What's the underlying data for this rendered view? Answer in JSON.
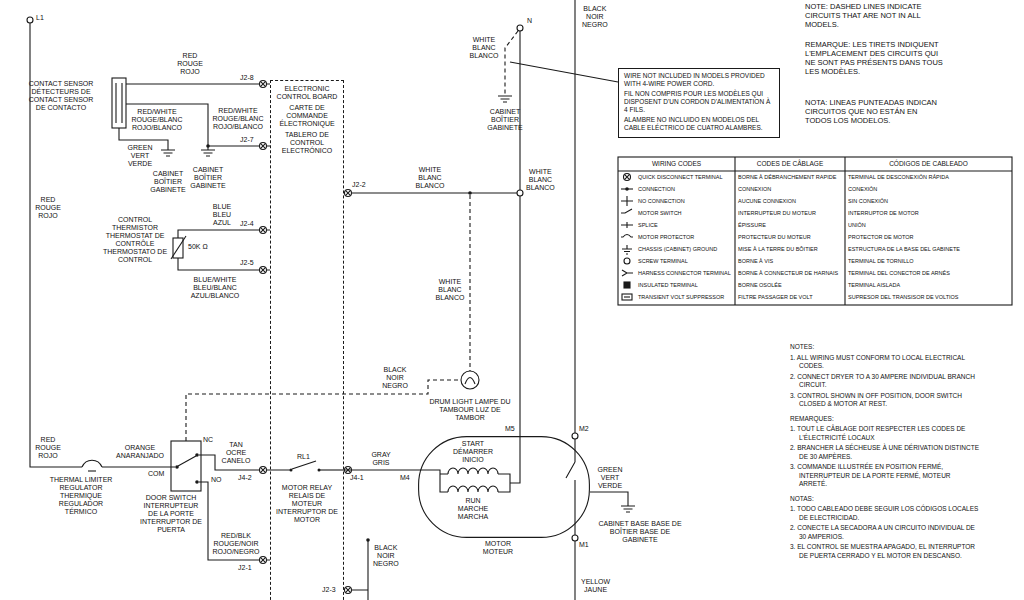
{
  "diagram": {
    "nodes": [
      {
        "text": [
          "ELECTRONIC CONTROL BOARD",
          "CARTE DE COMMANDE ÉLECTRONIQUE",
          "TABLERO DE CONTROL ELECTRÓNICO"
        ]
      },
      {
        "text": [
          "START DÉMARRER INICIO",
          "RUN MARCHE MARCHA",
          "MOTOR MOTEUR"
        ]
      },
      {
        "text": [
          "WIRE NOT INCLUDED IN MODELS PROVIDED WITH 4-WIRE POWER CORD.",
          "FIL NON COMPRIS POUR LES MODÈLES QUI DISPOSENT D'UN CORDON D'ALIMENTATION À 4 FILS.",
          "ALAMBRE NO INCLUIDO EN MODELOS DEL CABLE ELÉCTRICO DE CUATRO ALAMBRES."
        ]
      }
    ],
    "edges": [
      {
        "from": 0,
        "to": 1,
        "arrow": "none",
        "label": "GRAY GRIS"
      }
    ],
    "labels": [
      "L1",
      "N",
      "BLACK NOIR NEGRO",
      "WHITE BLANC BLANCO",
      "CABINET BOÎTIER GABINETE",
      "NOTE: DASHED LINES INDICATE CIRCUITS THAT ARE NOT IN ALL MODELS.",
      "REMARQUE: LES TIRETS INDIQUENT L'EMPLACEMENT DES CIRCUITS QUI NE SONT PAS PRÉSENTS DANS TOUS LES MODÈLES.",
      "NOTA: LINEAS PUNTEADAS INDICAN CIRCUITOS QUE NO ESTÁN EN TODOS LOS MODELOS.",
      "CONTACT SENSOR DÉTECTEURS DE CONTACT SENSOR DE CONTACTO",
      "RED ROUGE ROJO",
      "J2-8",
      "RED/WHITE ROUGE/BLANC ROJO/BLANCO",
      "RED/WHITE ROUGE/BLANC ROJO/BLANCO",
      "GREEN VERT VERDE",
      "CABINET BOÎTIER GABINETE",
      "CABINET BOÎTIER GABINETE",
      "J2-7",
      "BLUE BLEU AZUL",
      "J2-4",
      "CONTROL THERMISTOR THERMOSTAT DE CONTRÔLE THERMOSTATO DE CONTROL",
      "50K Ω",
      "J2-5",
      "BLUE/WHITE BLEU/BLANC AZUL/BLANCO",
      "RED ROUGE ROJO",
      "J2-2",
      "WHITE BLANC BLANCO",
      "WHITE BLANC BLANCO",
      "WHITE BLANC BLANCO",
      "BLACK NOIR NEGRO",
      "DRUM LIGHT LAMPE DU TAMBOUR LUZ DE TAMBOR",
      "M5",
      "M2",
      "NC",
      "NO",
      "COM",
      "ORANGE ANARANJADO",
      "TAN OCRE CANELO",
      "RL1",
      "M4",
      "GREEN VERT VERDE",
      "RED ROUGE ROJO",
      "THERMAL LIMITER REGULATOR THERMIQUE REGULADOR TÉRMICO",
      "DOOR SWITCH INTERRUPTEUR DE LA PORTE INTERRUPTOR DE PUERTA",
      "J4-2",
      "MOTOR RELAY RELAIS DE MOTEUR INTERRUPTOR DE MOTOR",
      "J4-1",
      "RED/BLK ROUGE/NOIR ROJO/NEGRO",
      "J2-1",
      "BLACK NOIR NEGRO",
      "J2-3",
      "M1",
      "CABINET BASE BASE DE BOÎTIER BASE DE GABINETE",
      "YELLOW JAUNE",
      "WIRING CODES",
      "CODES DE CÂBLAGE",
      "CÓDIGOS DE CABLEADO",
      "QUICK DISCONNECT TERMINAL",
      "BORNE À DÉBRANCHEMENT RAPIDE",
      "TERMINAL DE DESCONEXIÓN RÁPIDA",
      "CONNECTION",
      "CONNEXION",
      "CONEXIÓN",
      "NO CONNECTION",
      "AUCUNE CONNEXION",
      "SIN CONEXIÓN",
      "MOTOR SWITCH",
      "INTERRUPTEUR DU MOTEUR",
      "INTERRUPTOR DE MOTOR",
      "SPLICE",
      "ÉPISSURE",
      "UNIÓN",
      "MOTOR PROTECTOR",
      "PROTECTEUR DU MOTEUR",
      "PROTECTOR DE MOTOR",
      "CHASSIS (CABINET) GROUND",
      "MISE À LA TERRE DU BÔITIER",
      "ESTRUCTURA DE LA BASE DEL GABINETE",
      "SCREW TERMINAL",
      "BORNE À VIS",
      "TERMINAL DE TORNILLO",
      "HARNESS CONNECTOR TERMINAL",
      "BORNE À CONNECTEUR DE HARNAIS",
      "TERMINAL DEL CONECTOR DE ARNÉS",
      "INSULATED TERMINAL",
      "BORNE OSOLÉE",
      "TERMINAL AISLADA",
      "TRANSIENT VOLT SUPPRESSOR",
      "FILTRE PASSAGER DE VOLT",
      "SUPRESOR DEL TRANSISOR DE VOLTIOS",
      "NOTES:",
      "1. ALL WIRING MUST CONFORM TO LOCAL ELECTRICAL CODES.",
      "2. CONNECT DRYER TO A 30 AMPERE INDIVIDUAL BRANCH CIRCUIT.",
      "3. CONTROL SHOWN IN OFF POSITION, DOOR SWITCH CLOSED & MOTOR AT REST.",
      "REMARQUES:",
      "1. TOUT LE CÂBLAGE DOIT RESPECTER LES CODES DE L'ÉLECTRICITÉ LOCAUX",
      "2. BRANCHER LA SÉCHEUSE À UNE DÉRIVATION DISTINCTE DE 30 AMPÈRES.",
      "3. COMMANDE ILLUSTRÉE EN POSITION FERMÉ, INTERRUPTEUR DE LA PORTE FERMÉ, MOTEUR ARRETÉ.",
      "NOTAS:",
      "1. TODO CABLEADO DEBE SEGUIR LOS CÓDIGOS LOCALES DE ELECTRICIDAD.",
      "2. CONECTE LA SECADORA A UN CIRCUITO INDIVIDUAL DE 30 AMPERIOS.",
      "3. EL CONTROL SE MUESTRA APAGADO, EL INTERRUPTOR DE PUERTA CERRADO Y EL MOTOR EN DESCANSO."
    ]
  }
}
